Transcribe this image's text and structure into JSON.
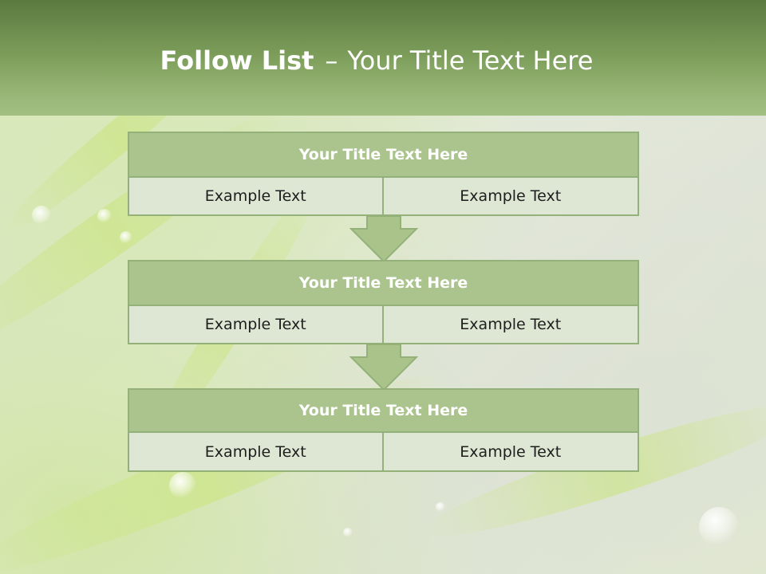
{
  "title": {
    "bold": "Follow List",
    "separator": "–",
    "rest": "Your Title Text Here"
  },
  "blocks": [
    {
      "title": "Your Title Text Here",
      "cells": [
        "Example Text",
        "Example Text"
      ]
    },
    {
      "title": "Your Title Text Here",
      "cells": [
        "Example Text",
        "Example Text"
      ]
    },
    {
      "title": "Your Title Text Here",
      "cells": [
        "Example Text",
        "Example Text"
      ]
    }
  ],
  "colors": {
    "header": "#7a9b58",
    "block_title_fill": "#abc48e",
    "border": "#93b178",
    "cell_fill": "#dde7d3",
    "arrow_fill": "#a9c38b"
  },
  "icons": [
    "down-arrow-icon",
    "down-arrow-icon"
  ]
}
